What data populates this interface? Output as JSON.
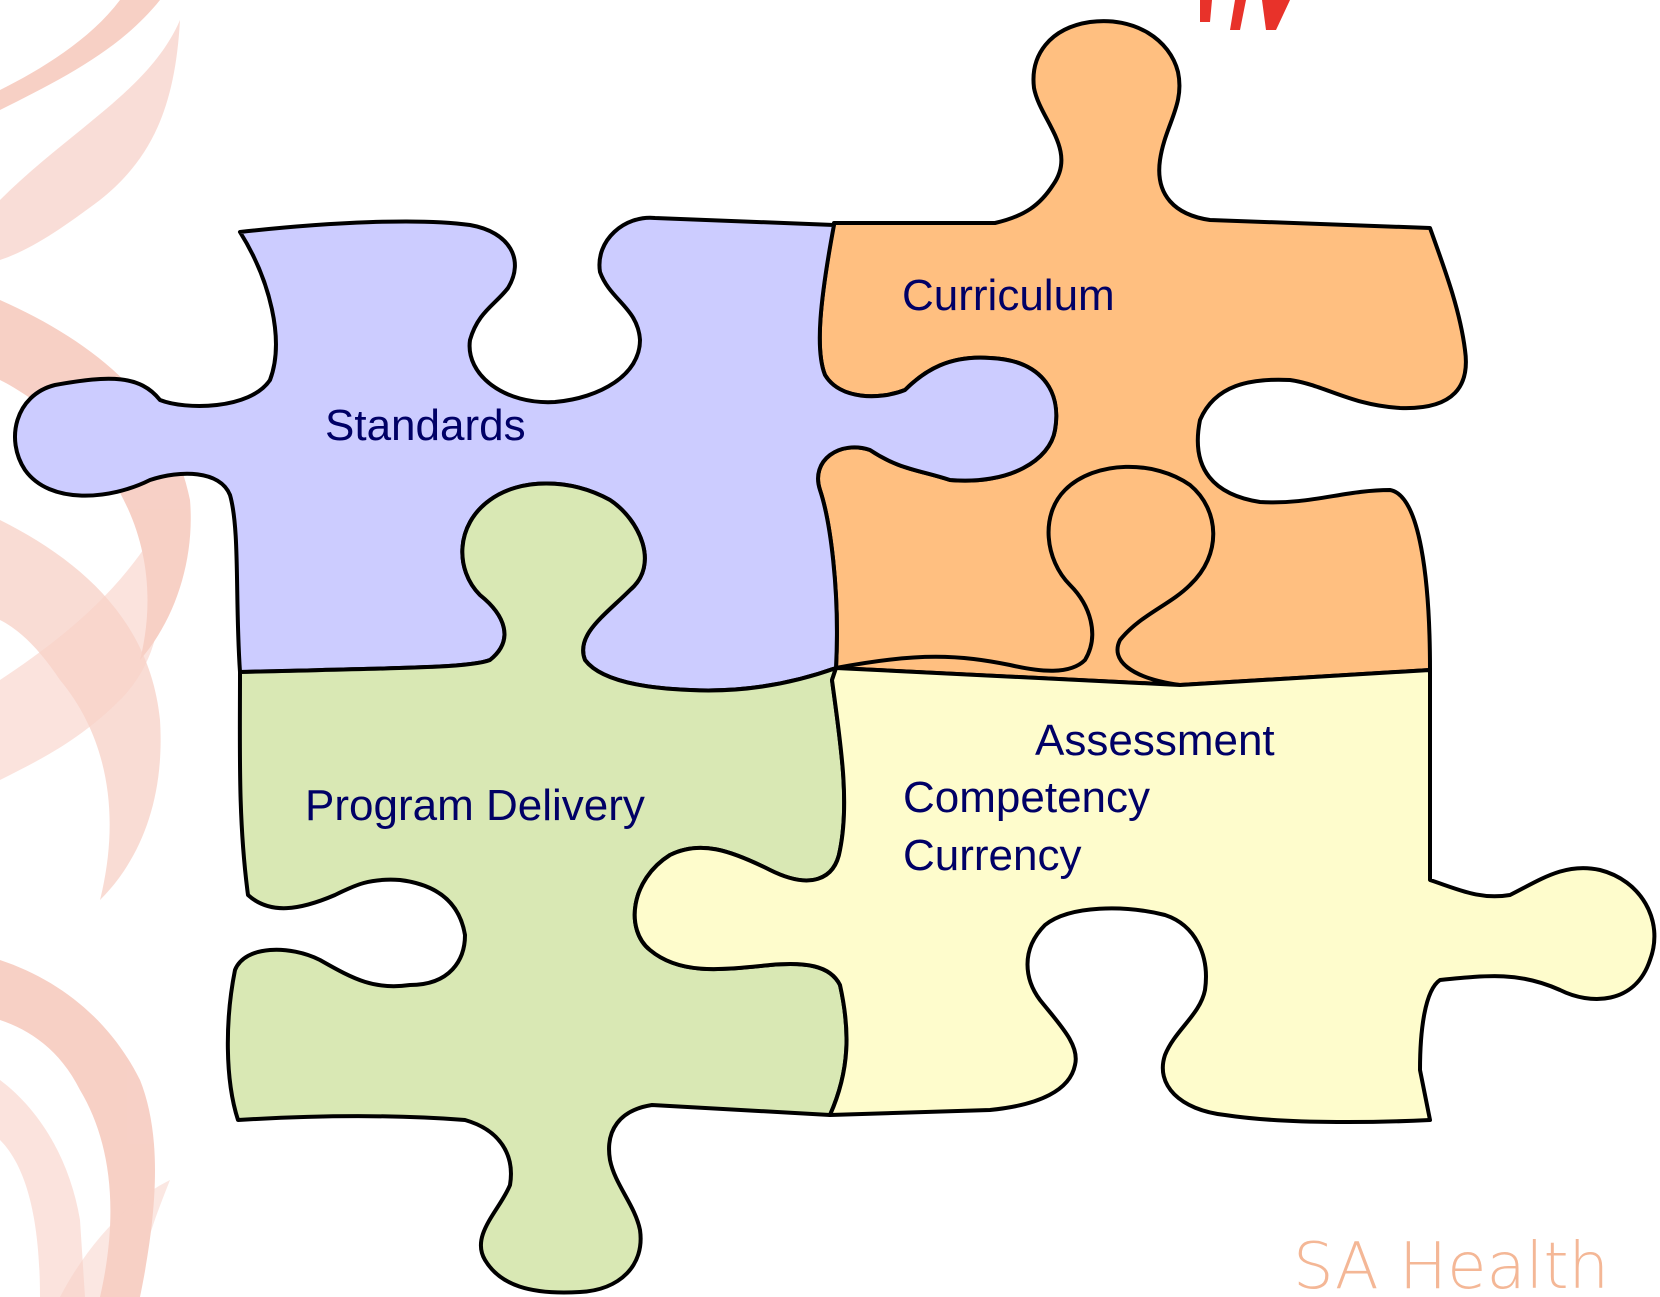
{
  "pieces": {
    "standards": {
      "label": "Standards",
      "fill": "#ccccff"
    },
    "curriculum": {
      "label": "Curriculum",
      "fill": "#ffbf80"
    },
    "program_delivery": {
      "label": "Program Delivery",
      "fill": "#d9e8b4"
    },
    "assessment": {
      "lines": [
        "Assessment",
        "Competency",
        "Currency"
      ],
      "fill": "#fefccc"
    }
  },
  "brand": {
    "text": "SA Health",
    "color": "#f4b796"
  },
  "colors": {
    "label_text": "#000066",
    "outline": "#000000",
    "decoration": "#f6c8bc",
    "title_fragment": "#e8322a"
  }
}
